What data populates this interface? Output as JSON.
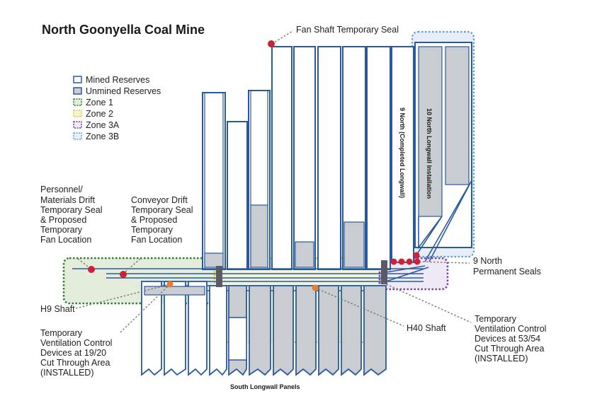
{
  "title": "North Goonyella Coal Mine",
  "legend": {
    "items": [
      {
        "label": "Mined Reserves"
      },
      {
        "label": "Unmined Reserves"
      },
      {
        "label": "Zone 1"
      },
      {
        "label": "Zone 2"
      },
      {
        "label": "Zone 3A"
      },
      {
        "label": "Zone 3B"
      }
    ]
  },
  "colors": {
    "mine_outline": "#2a5a9c",
    "unmined_fill": "#c9ccd1",
    "zone1": "#2e7d32",
    "zone2": "#d4cc2a",
    "zone3a": "#7a3fa0",
    "zone3b": "#5a9fd4",
    "seal": "#cc2233",
    "device": "#f07d2a",
    "leader": "#777777"
  },
  "annotations": {
    "fan_shaft_seal": "Fan Shaft Temporary Seal",
    "personnel_drift": [
      "Personnel/",
      "Materials Drift",
      "Temporary Seal",
      "& Proposed",
      "Temporary",
      "Fan Location"
    ],
    "conveyor_drift": [
      "Conveyor Drift",
      "Temporary Seal",
      "& Proposed",
      "Temporary",
      "Fan Location"
    ],
    "nine_north_seals": [
      "9 North",
      "Permanent Seals"
    ],
    "h9_shaft": "H9 Shaft",
    "h40_shaft": "H40 Shaft",
    "tvcd_19_20": [
      "Temporary",
      "Ventilation Control",
      "Devices at 19/20",
      "Cut Through Area",
      "(INSTALLED)"
    ],
    "tvcd_53_54": [
      "Temporary",
      "Ventilation Control",
      "Devices at 53/54",
      "Cut Through Area",
      "(INSTALLED)"
    ],
    "nine_north_panel": "9 North  (Completed Longwall)",
    "ten_north_panel": "10 North Longwall Installation",
    "south_panels": "South Longwall Panels"
  }
}
